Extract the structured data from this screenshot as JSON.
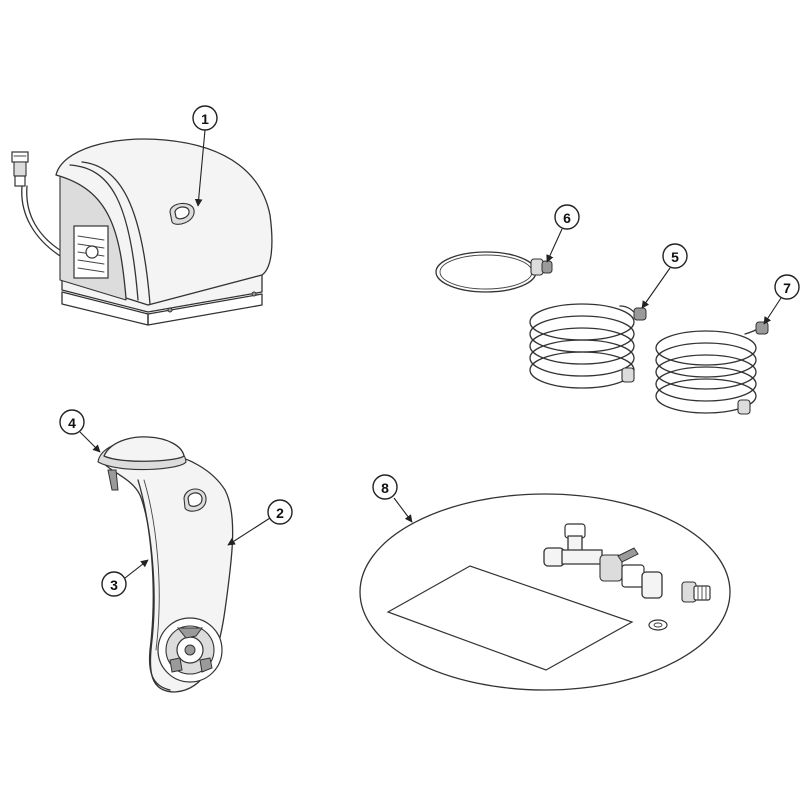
{
  "callouts": [
    {
      "id": "1",
      "label": "1"
    },
    {
      "id": "2",
      "label": "2"
    },
    {
      "id": "3",
      "label": "3"
    },
    {
      "id": "4",
      "label": "4"
    },
    {
      "id": "5",
      "label": "5"
    },
    {
      "id": "6",
      "label": "6"
    },
    {
      "id": "7",
      "label": "7"
    },
    {
      "id": "8",
      "label": "8"
    }
  ],
  "colors": {
    "line": "#333333",
    "fill": "#f4f4f4",
    "shade": "#dcdcdc",
    "background": "#ffffff"
  }
}
